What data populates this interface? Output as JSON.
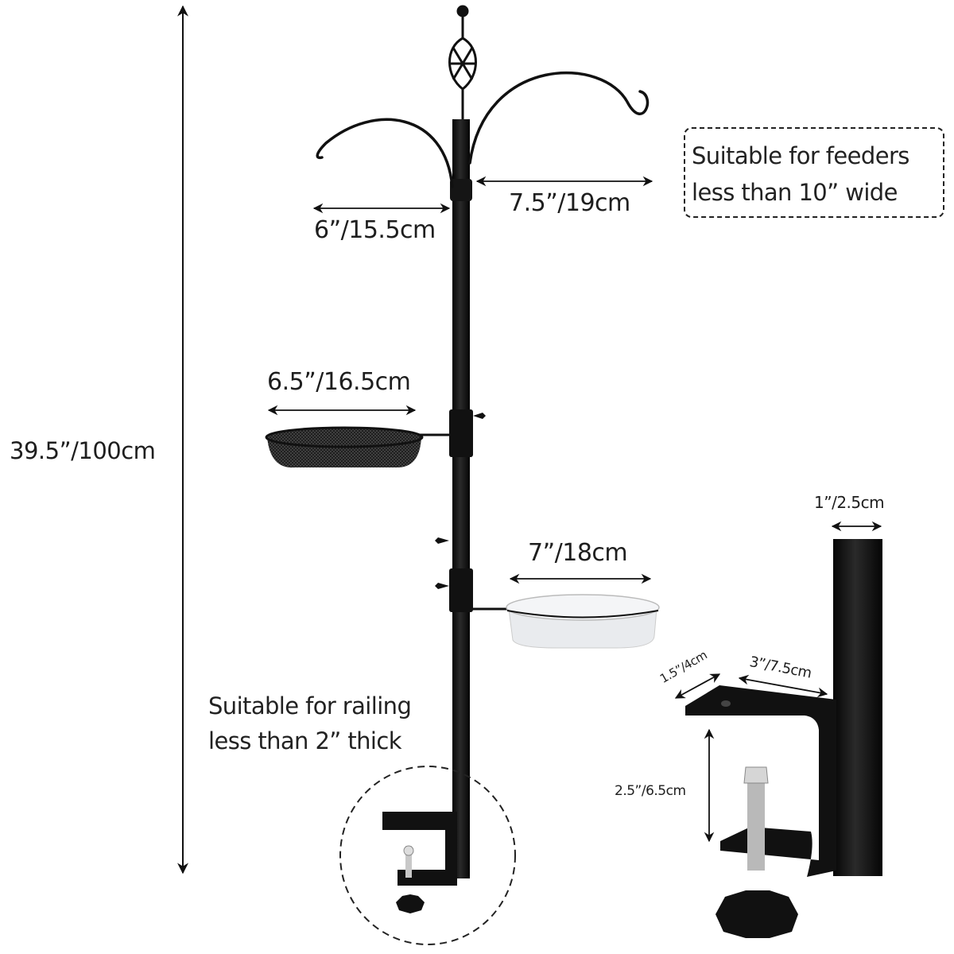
{
  "product": {
    "type": "deck bird feeding station dimension diagram",
    "colors": {
      "metal": "#111111",
      "text": "#1e1e1e",
      "bath": "#eef0f2",
      "background": "#ffffff"
    }
  },
  "dimensions": {
    "total_height": "39.5”/100cm",
    "left_hook": "6”/15.5cm",
    "right_hook": "7.5”/19cm",
    "mesh_tray": "6.5”/16.5cm",
    "water_bath": "7”/18cm",
    "pole_diameter": "1”/2.5cm",
    "clamp_width": "1.5”/4cm",
    "clamp_depth": "3”/7.5cm",
    "clamp_opening": "2.5”/6.5cm"
  },
  "notes": {
    "feeder_line1": "Suitable for feeders",
    "feeder_line2": "less than 10” wide",
    "railing_line1": "Suitable for railing",
    "railing_line2": "less than 2” thick"
  }
}
